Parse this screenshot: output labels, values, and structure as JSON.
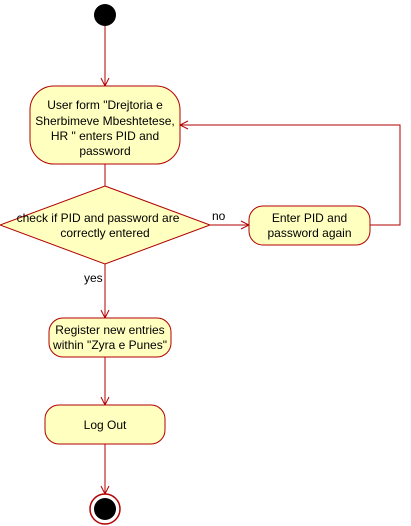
{
  "colors": {
    "stroke": "#b20000",
    "fill": "#ffffc0",
    "text": "#000000",
    "start_node": "#000000"
  },
  "nodes": {
    "start": {
      "type": "initial-node"
    },
    "user_form": {
      "lines": [
        "User form \"Drejtoria e",
        "Sherbimeve Mbeshtetese,",
        "HR \" enters PID and",
        "password"
      ]
    },
    "decision": {
      "lines": [
        "check if PID and password are",
        "correctly entered"
      ]
    },
    "enter_again": {
      "lines": [
        "Enter PID and",
        "password again"
      ]
    },
    "register": {
      "lines": [
        "Register new entries",
        "within \"Zyra e Punes\""
      ]
    },
    "logout": {
      "lines": [
        "Log Out"
      ]
    },
    "end": {
      "type": "final-node"
    }
  },
  "guards": {
    "no": "no",
    "yes": "yes"
  }
}
